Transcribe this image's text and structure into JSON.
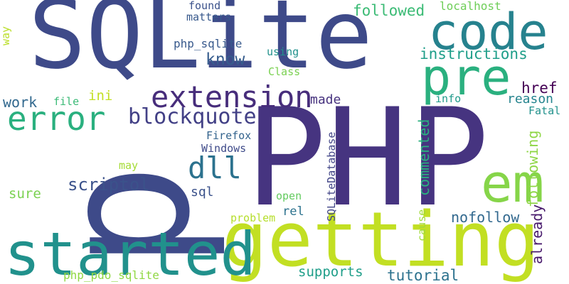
{
  "words": [
    {
      "text": "SQLite",
      "color": "#3e4a89",
      "orientation": "horizontal"
    },
    {
      "text": "PHP",
      "color": "#463480",
      "orientation": "horizontal"
    },
    {
      "text": "p",
      "color": "#3e4a89",
      "orientation": "vertical"
    },
    {
      "text": "getting",
      "color": "#c2df23",
      "orientation": "horizontal"
    },
    {
      "text": "started",
      "color": "#21918c",
      "orientation": "horizontal"
    },
    {
      "text": "code",
      "color": "#26828e",
      "orientation": "horizontal"
    },
    {
      "text": "pre",
      "color": "#2ab07f",
      "orientation": "horizontal"
    },
    {
      "text": "em",
      "color": "#86d549",
      "orientation": "horizontal"
    },
    {
      "text": "extension",
      "color": "#472d7b",
      "orientation": "horizontal"
    },
    {
      "text": "error",
      "color": "#2ab07f",
      "orientation": "horizontal"
    },
    {
      "text": "blockquote",
      "color": "#424086",
      "orientation": "horizontal"
    },
    {
      "text": "dll",
      "color": "#2c728e",
      "orientation": "horizontal"
    },
    {
      "text": "scriptol",
      "color": "#3b528b",
      "orientation": "horizontal"
    },
    {
      "text": "instructions",
      "color": "#1f9e89",
      "orientation": "horizontal"
    },
    {
      "text": "followed",
      "color": "#3bbb75",
      "orientation": "horizontal"
    },
    {
      "text": "localhost",
      "color": "#6ece58",
      "orientation": "horizontal"
    },
    {
      "text": "found",
      "color": "#3b528b",
      "orientation": "horizontal"
    },
    {
      "text": "matters",
      "color": "#38598c",
      "orientation": "horizontal"
    },
    {
      "text": "php_sqlite",
      "color": "#38598c",
      "orientation": "horizontal"
    },
    {
      "text": "know",
      "color": "#365c8d",
      "orientation": "horizontal"
    },
    {
      "text": "using",
      "color": "#21918c",
      "orientation": "horizontal"
    },
    {
      "text": "Class",
      "color": "#7ad151",
      "orientation": "horizontal"
    },
    {
      "text": "made",
      "color": "#46327e",
      "orientation": "horizontal"
    },
    {
      "text": "href",
      "color": "#440154",
      "orientation": "horizontal"
    },
    {
      "text": "reason",
      "color": "#25848e",
      "orientation": "horizontal"
    },
    {
      "text": "info",
      "color": "#1f9a8a",
      "orientation": "horizontal"
    },
    {
      "text": "Fatal",
      "color": "#21918c",
      "orientation": "horizontal"
    },
    {
      "text": "work",
      "color": "#31688e",
      "orientation": "horizontal"
    },
    {
      "text": "file",
      "color": "#3aba76",
      "orientation": "horizontal"
    },
    {
      "text": "ini",
      "color": "#c2df23",
      "orientation": "horizontal"
    },
    {
      "text": "Firefox",
      "color": "#33638d",
      "orientation": "horizontal"
    },
    {
      "text": "Windows",
      "color": "#3e4a89",
      "orientation": "horizontal"
    },
    {
      "text": "may",
      "color": "#a5db36",
      "orientation": "horizontal"
    },
    {
      "text": "sql",
      "color": "#3b528b",
      "orientation": "horizontal"
    },
    {
      "text": "sure",
      "color": "#7ad151",
      "orientation": "horizontal"
    },
    {
      "text": "open",
      "color": "#63cb5f",
      "orientation": "horizontal"
    },
    {
      "text": "rel",
      "color": "#2c728e",
      "orientation": "horizontal"
    },
    {
      "text": "nofollow",
      "color": "#31688e",
      "orientation": "horizontal"
    },
    {
      "text": "problem",
      "color": "#b5de2b",
      "orientation": "horizontal"
    },
    {
      "text": "supports",
      "color": "#1f9e89",
      "orientation": "horizontal"
    },
    {
      "text": "tutorial",
      "color": "#2c728e",
      "orientation": "horizontal"
    },
    {
      "text": "php_pdo_sqlite",
      "color": "#90d743",
      "orientation": "horizontal"
    },
    {
      "text": "way",
      "color": "#bade28",
      "orientation": "vertical"
    },
    {
      "text": "SQLiteDatabase",
      "color": "#414487",
      "orientation": "vertical"
    },
    {
      "text": "commented",
      "color": "#2ab07f",
      "orientation": "vertical"
    },
    {
      "text": "cause",
      "color": "#a0da39",
      "orientation": "vertical"
    },
    {
      "text": "following",
      "color": "#8ed645",
      "orientation": "vertical"
    },
    {
      "text": "already",
      "color": "#481a6c",
      "orientation": "vertical"
    }
  ]
}
